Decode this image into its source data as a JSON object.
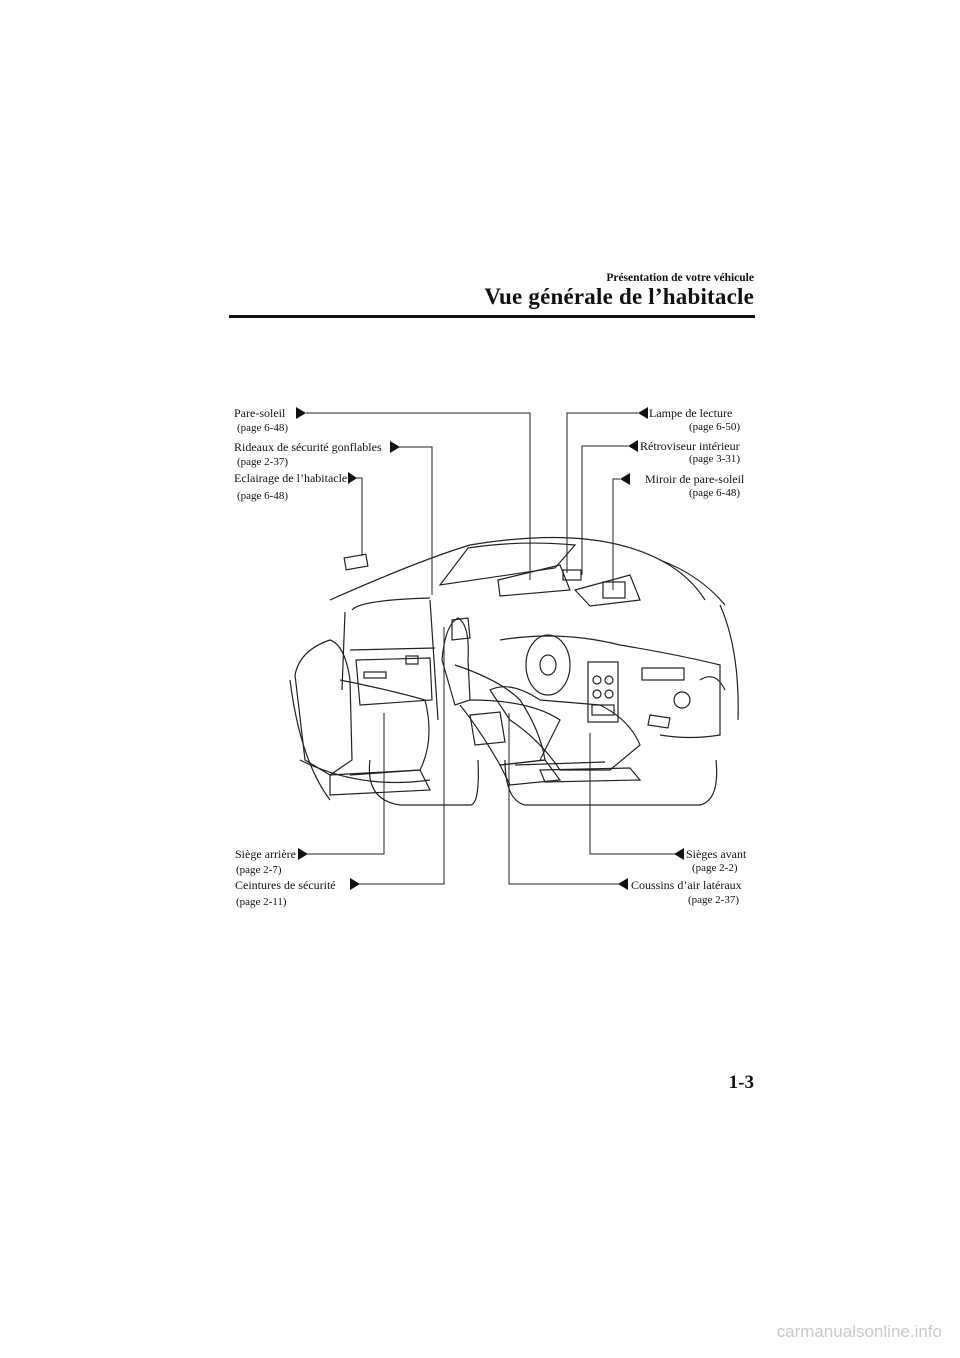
{
  "header": {
    "section": "Présentation de votre véhicule",
    "title": "Vue générale de l’habitacle"
  },
  "callouts": {
    "pare_soleil": {
      "label": "Pare-soleil",
      "page": "(page 6-48)"
    },
    "rideaux": {
      "label": "Rideaux de sécurité gonflables",
      "page": "(page 2-37)"
    },
    "eclairage": {
      "label": "Eclairage de l’habitacle",
      "page": "(page 6-48)"
    },
    "lampe": {
      "label": "Lampe de lecture",
      "page": "(page 6-50)"
    },
    "retroviseur": {
      "label": "Rétroviseur intérieur",
      "page": "(page 3-31)"
    },
    "miroir": {
      "label": "Miroir de pare-soleil",
      "page": "(page 6-48)"
    },
    "siege_arriere": {
      "label": "Siège arrière",
      "page": "(page 2-7)"
    },
    "ceintures": {
      "label": "Ceintures de sécurité",
      "page": "(page 2-11)"
    },
    "sieges_avant": {
      "label": "Sièges avant",
      "page": "(page 2-2)"
    },
    "coussins": {
      "label": "Coussins d’air latéraux",
      "page": "(page 2-37)"
    }
  },
  "footer": {
    "page_number": "1-3",
    "watermark": "carmanualsonline.info"
  }
}
